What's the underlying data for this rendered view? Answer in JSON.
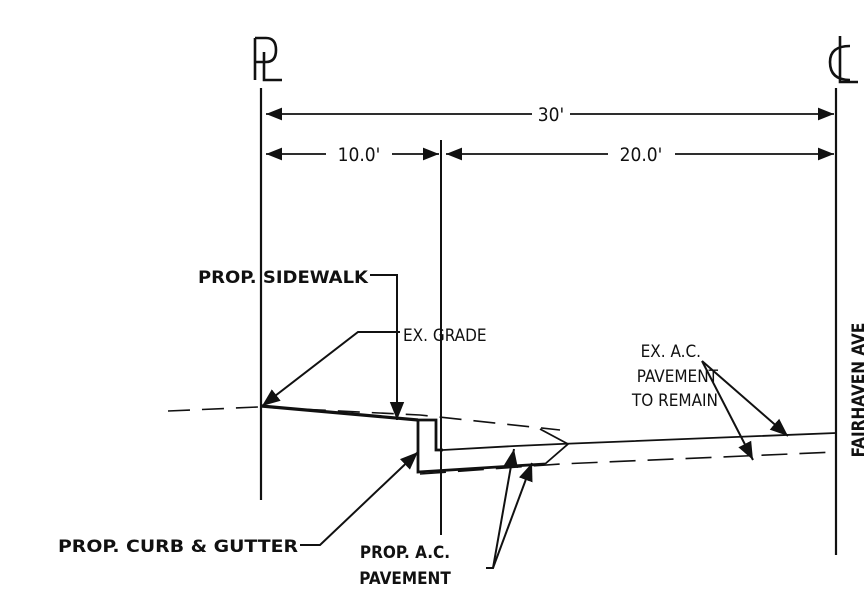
{
  "markers": {
    "property_line": "PL",
    "centerline": "CL"
  },
  "dimensions": {
    "total": "30'",
    "sidewalk_width": "10.0'",
    "pavement_width": "20.0'"
  },
  "labels": {
    "prop_sidewalk": "PROP. SIDEWALK",
    "ex_grade": "EX. GRADE",
    "ex_ac_line1": "EX. A.C.",
    "ex_ac_line2": "PAVEMENT",
    "ex_ac_line3": "TO REMAIN",
    "prop_curb_gutter": "PROP. CURB & GUTTER",
    "prop_ac_line1": "PROP. A.C.",
    "prop_ac_line2": "PAVEMENT",
    "street_name": "FAIRHAVEN AVE"
  },
  "colors": {
    "ink": "#111111",
    "background": "#ffffff"
  }
}
